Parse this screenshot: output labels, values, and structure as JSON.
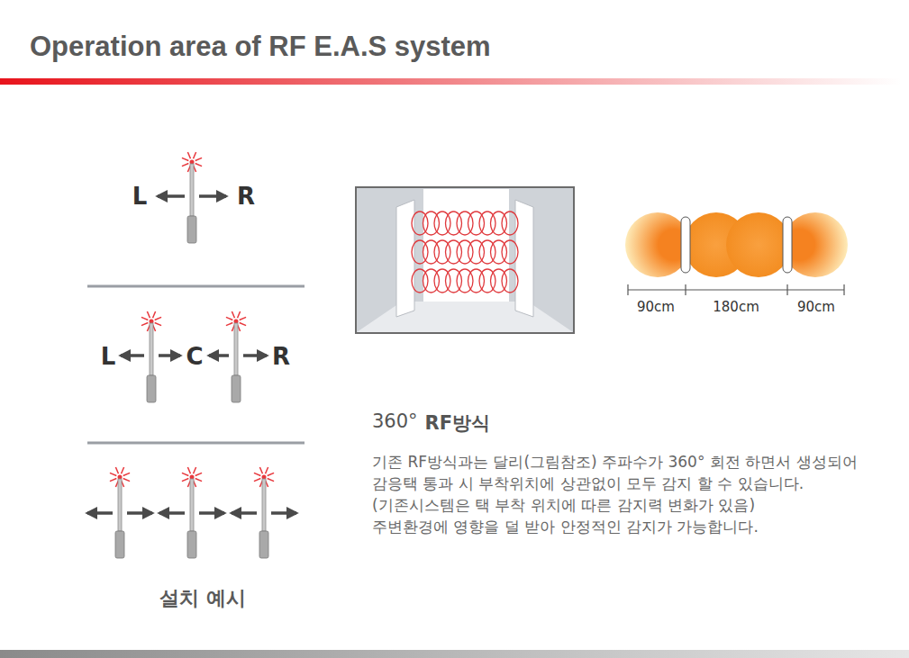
{
  "diagram": {
    "title": "Operation area of RF E.A.S system",
    "labels": [
      "L",
      "R",
      "L",
      "C",
      "R",
      "설치 예시",
      "90cm",
      "180cm",
      "90cm",
      "360°",
      "RF방식",
      "기존 RF방식과는 달리(그림참조) 주파수가 360° 회전 하면서 생성되어 감응택 통과 시 부착위치에 상관없이 모두 감지 할 수 있습니다.(기존시스템은 택 부착 위치에 따른 감지력 변화가 있음)",
      "주변환경에 영향을 덜 받아 안정적인 감지가 가능합니다."
    ]
  }
}
